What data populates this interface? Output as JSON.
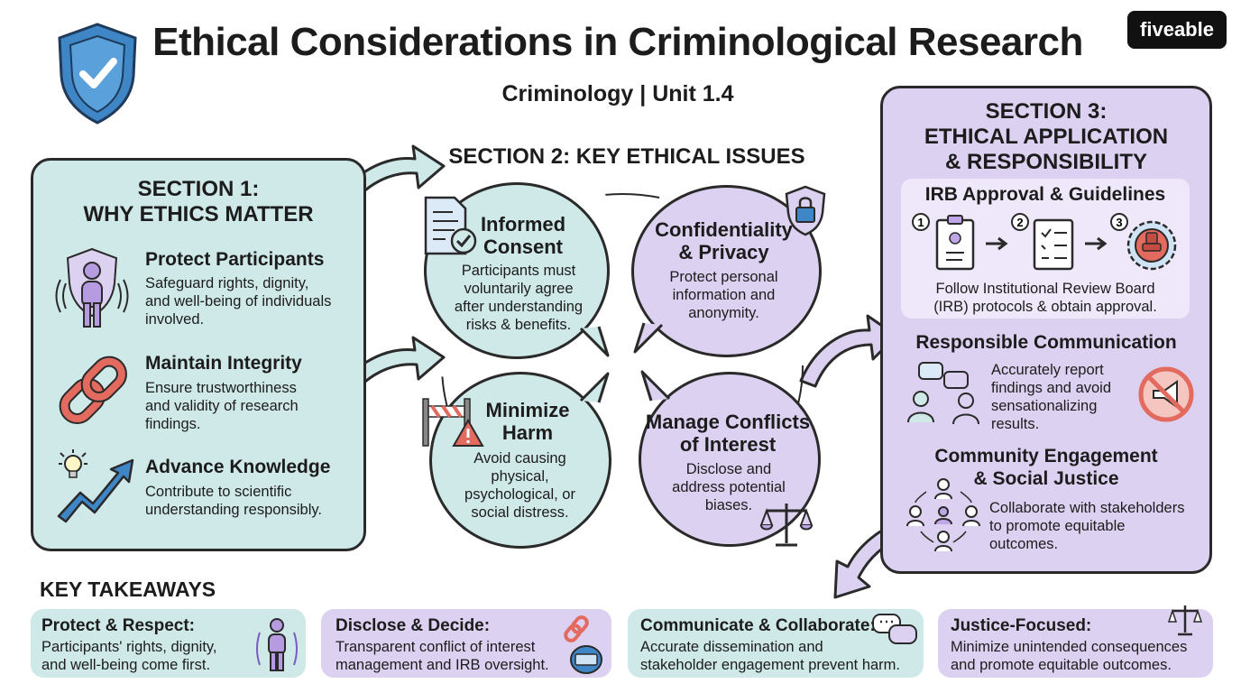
{
  "header": {
    "title": "Ethical Considerations in Criminological Research",
    "subtitle": "Criminology | Unit 1.4",
    "logo": "fiveable"
  },
  "colors": {
    "teal": "#cfe9e8",
    "purple": "#ddd1f1",
    "shield_blue": "#3f86c6",
    "red_accent": "#e26a5f",
    "outline": "#2a2a2a"
  },
  "section1": {
    "title_line1": "SECTION 1:",
    "title_line2": "WHY ETHICS MATTER",
    "items": [
      {
        "title": "Protect Participants",
        "text_lines": [
          "Safeguard rights, dignity,",
          "and well-being of individuals",
          "involved."
        ],
        "icon": "person-shield-icon"
      },
      {
        "title": "Maintain Integrity",
        "text_lines": [
          "Ensure trustworthiness",
          "and validity of research",
          "findings."
        ],
        "icon": "chain-link-icon"
      },
      {
        "title": "Advance Knowledge",
        "text_lines": [
          "Contribute to scientific",
          "understanding responsibly."
        ],
        "icon": "lightbulb-growth-icon"
      }
    ]
  },
  "section2": {
    "title": "SECTION 2: KEY ETHICAL ISSUES",
    "issues": [
      {
        "title_lines": [
          "Informed",
          "Consent"
        ],
        "text_lines": [
          "Participants must",
          "voluntarily agree",
          "after understanding",
          "risks & benefits."
        ],
        "icon": "document-check-icon"
      },
      {
        "title_lines": [
          "Confidentiality",
          "& Privacy"
        ],
        "text_lines": [
          "Protect personal",
          "information and",
          "anonymity."
        ],
        "icon": "padlock-shield-icon"
      },
      {
        "title_lines": [
          "Minimize",
          "Harm"
        ],
        "text_lines": [
          "Avoid causing",
          "physical,",
          "psychological, or",
          "social distress."
        ],
        "icon": "barrier-warning-icon"
      },
      {
        "title_lines": [
          "Manage Conflicts",
          "of Interest"
        ],
        "text_lines": [
          "Disclose and",
          "address potential",
          "biases."
        ],
        "icon": "scales-icon"
      }
    ]
  },
  "section3": {
    "title_lines": [
      "SECTION 3:",
      "ETHICAL APPLICATION",
      "& RESPONSIBILITY"
    ],
    "irb": {
      "title": "IRB Approval & Guidelines",
      "steps": [
        "1",
        "2",
        "3"
      ],
      "text_lines": [
        "Follow Institutional Review Board",
        "(IRB) protocols & obtain approval."
      ]
    },
    "communication": {
      "title": "Responsible Communication",
      "text_lines": [
        "Accurately report",
        "findings and avoid",
        "sensationalizing",
        "results."
      ]
    },
    "community": {
      "title_lines": [
        "Community Engagement",
        "& Social Justice"
      ],
      "text_lines": [
        "Collaborate with stakeholders",
        "to promote equitable",
        "outcomes."
      ]
    }
  },
  "takeaways": {
    "heading": "KEY TAKEAWAYS",
    "cards": [
      {
        "title": "Protect & Respect:",
        "text_lines": [
          "Participants' rights, dignity,",
          "and well-being come first."
        ]
      },
      {
        "title": "Disclose & Decide:",
        "text_lines": [
          "Transparent conflict of interest",
          "management and IRB oversight."
        ]
      },
      {
        "title": "Communicate & Collaborate:",
        "text_lines": [
          "Accurate dissemination and",
          "stakeholder engagement prevent harm."
        ]
      },
      {
        "title": "Justice-Focused:",
        "text_lines": [
          "Minimize unintended consequences",
          "and promote equitable outcomes."
        ]
      }
    ]
  }
}
